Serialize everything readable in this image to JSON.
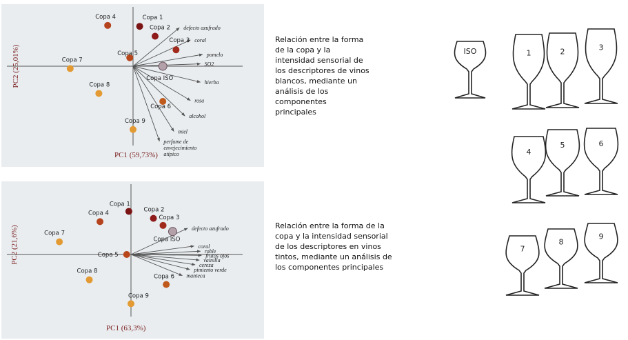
{
  "chart_data": [
    {
      "type": "scatter",
      "xlabel": "PC1 (59,73%)",
      "ylabel": "PC2 (25,01%)",
      "xlim": [
        -1,
        1
      ],
      "ylim": [
        -1,
        1
      ],
      "grid": false,
      "points": [
        {
          "label": "Copa 1",
          "x": 0.06,
          "y": 0.85,
          "color": "#7b1414"
        },
        {
          "label": "Copa 2",
          "x": 0.2,
          "y": 0.64,
          "color": "#8e1a1a"
        },
        {
          "label": "Copa 3",
          "x": 0.39,
          "y": 0.35,
          "color": "#a02a1c"
        },
        {
          "label": "Copa 4",
          "x": -0.23,
          "y": 0.87,
          "color": "#b5431e"
        },
        {
          "label": "Copa 5",
          "x": -0.03,
          "y": 0.18,
          "color": "#b8471c"
        },
        {
          "label": "Copa 6",
          "x": 0.27,
          "y": -0.75,
          "color": "#c05a1c"
        },
        {
          "label": "Copa 7",
          "x": -0.57,
          "y": -0.05,
          "color": "#e39a32"
        },
        {
          "label": "Copa 8",
          "x": -0.31,
          "y": -0.58,
          "color": "#e39a32"
        },
        {
          "label": "Copa 9",
          "x": 0.0,
          "y": -1.35,
          "color": "#e39a32"
        },
        {
          "label": "Copa ISO",
          "x": 0.27,
          "y": 0.0,
          "color": "#b3a0a8"
        }
      ],
      "vectors": [
        {
          "label": "defecto azufrado",
          "x": 0.42,
          "y": 0.82
        },
        {
          "label": "coral",
          "x": 0.52,
          "y": 0.56
        },
        {
          "label": "pomelo",
          "x": 0.63,
          "y": 0.25
        },
        {
          "label": "SO2",
          "x": 0.61,
          "y": 0.05
        },
        {
          "label": "hierba",
          "x": 0.61,
          "y": -0.34
        },
        {
          "label": "rosa",
          "x": 0.52,
          "y": -0.73
        },
        {
          "label": "alcohol",
          "x": 0.47,
          "y": -1.06
        },
        {
          "label": "miel",
          "x": 0.37,
          "y": -1.39
        },
        {
          "label": "perfume de envejecimiento atípico",
          "x": 0.24,
          "y": -1.6
        }
      ],
      "vector_labels": [
        {
          "label": "defecto azufrado",
          "lines": [
            "defecto azufrado"
          ]
        },
        {
          "label": "coral",
          "lines": [
            "coral"
          ]
        },
        {
          "label": "pomelo",
          "lines": [
            "pomelo"
          ]
        },
        {
          "label": "SO2",
          "lines": [
            "SO2"
          ]
        },
        {
          "label": "hierba",
          "lines": [
            "hierba"
          ]
        },
        {
          "label": "rosa",
          "lines": [
            "rosa"
          ]
        },
        {
          "label": "alcohol",
          "lines": [
            "alcohol"
          ]
        },
        {
          "label": "miel",
          "lines": [
            "miel"
          ]
        },
        {
          "label": "perfume de envejecimiento atípico",
          "lines": [
            "perfume de",
            "envejecimiento",
            "atípico"
          ]
        }
      ]
    },
    {
      "type": "scatter",
      "xlabel": "PC1 (63,3%)",
      "ylabel": "PC2 (21,6%)",
      "xlim": [
        -1,
        1
      ],
      "ylim": [
        -1,
        1
      ],
      "grid": false,
      "points": [
        {
          "label": "Copa 1",
          "x": -0.02,
          "y": 0.92,
          "color": "#7b1414"
        },
        {
          "label": "Copa 2",
          "x": 0.21,
          "y": 0.77,
          "color": "#8e1a1a"
        },
        {
          "label": "Copa 3",
          "x": 0.3,
          "y": 0.62,
          "color": "#a02a1c"
        },
        {
          "label": "Copa 4",
          "x": -0.29,
          "y": 0.7,
          "color": "#b5431e"
        },
        {
          "label": "Copa 5",
          "x": -0.04,
          "y": 0.0,
          "color": "#b8471c"
        },
        {
          "label": "Copa 6",
          "x": 0.33,
          "y": -0.64,
          "color": "#c05a1c"
        },
        {
          "label": "Copa 7",
          "x": -0.67,
          "y": 0.27,
          "color": "#e39a32"
        },
        {
          "label": "Copa 8",
          "x": -0.39,
          "y": -0.54,
          "color": "#e39a32"
        },
        {
          "label": "Copa 9",
          "x": 0.0,
          "y": -1.05,
          "color": "#e39a32"
        },
        {
          "label": "Copa ISO",
          "x": 0.39,
          "y": 0.49,
          "color": "#b3a0a8"
        }
      ],
      "vectors": [
        {
          "label": "defecto azufrado",
          "x": 0.53,
          "y": 0.56
        },
        {
          "label": "coral",
          "x": 0.59,
          "y": 0.18
        },
        {
          "label": "roble",
          "x": 0.65,
          "y": 0.07
        },
        {
          "label": "frutos ojos",
          "x": 0.66,
          "y": -0.02
        },
        {
          "label": "vainilla",
          "x": 0.64,
          "y": -0.12
        },
        {
          "label": "cereza",
          "x": 0.6,
          "y": -0.22
        },
        {
          "label": "pimiento verde",
          "x": 0.55,
          "y": -0.32
        },
        {
          "label": "manteca",
          "x": 0.48,
          "y": -0.45
        }
      ],
      "vector_labels": [
        {
          "label": "defecto azufrado",
          "lines": [
            "defecto azufrado"
          ]
        },
        {
          "label": "coral",
          "lines": [
            "coral"
          ]
        },
        {
          "label": "roble",
          "lines": [
            "roble"
          ]
        },
        {
          "label": "frutos ojos",
          "lines": [
            "frutos ojos"
          ]
        },
        {
          "label": "vainilla",
          "lines": [
            "vainilla"
          ]
        },
        {
          "label": "cereza",
          "lines": [
            "cereza"
          ]
        },
        {
          "label": "pimiento verde",
          "lines": [
            "pimiento verde"
          ]
        },
        {
          "label": "manteca",
          "lines": [
            "manteca"
          ]
        }
      ]
    }
  ],
  "captions": {
    "white": "Relación entre la forma de la copa y la intensidad sensorial de los descriptores de vinos blancos, mediante un análisis de los componentes principales",
    "red": "Relación entre la forma de la copa y la intensidad sensorial de los descriptores en vinos tintos, mediante un análisis de los componentes principales"
  },
  "glasses": [
    {
      "label": "ISO",
      "shape": "tulip"
    },
    {
      "label": "1",
      "shape": "tall"
    },
    {
      "label": "2",
      "shape": "tall"
    },
    {
      "label": "3",
      "shape": "tall"
    },
    {
      "label": "4",
      "shape": "medium"
    },
    {
      "label": "5",
      "shape": "medium"
    },
    {
      "label": "6",
      "shape": "medium"
    },
    {
      "label": "7",
      "shape": "bowl"
    },
    {
      "label": "8",
      "shape": "bowl"
    },
    {
      "label": "9",
      "shape": "bowl"
    }
  ],
  "colors": {
    "panel": "#e9edf0",
    "axis": "#555555",
    "arrow": "#555555",
    "axis_label": "#7a1d1d"
  }
}
